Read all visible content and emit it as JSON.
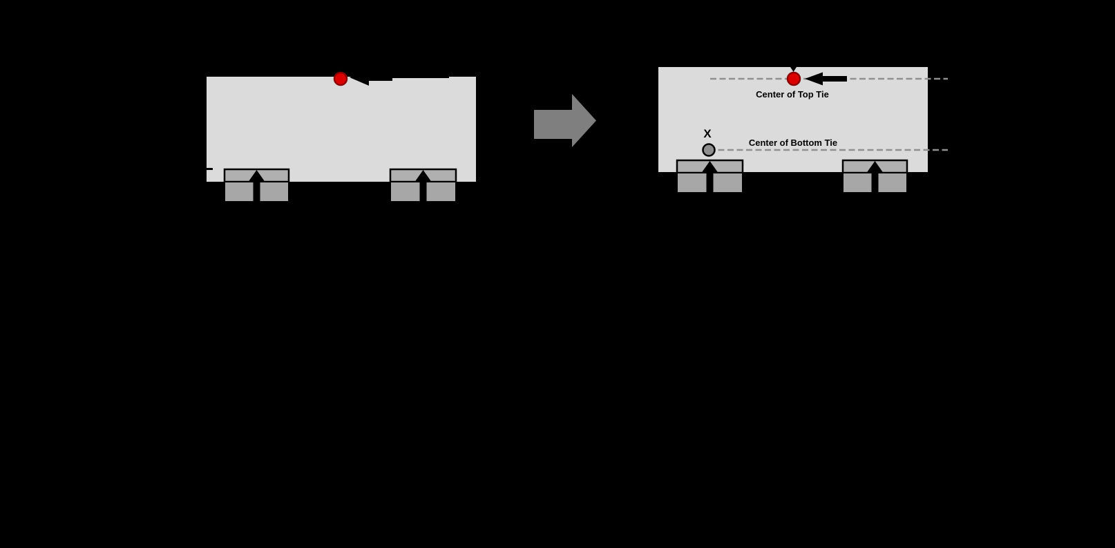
{
  "diagram": {
    "description_visible": false,
    "labels": {
      "center_of_top_tie": "Center of Top Tie",
      "center_of_bottom_tie": "Center of Bottom Tie",
      "x_marker": "X"
    },
    "icons": {
      "load_arrow": "left-arrow-icon",
      "transition_arrow": "right-arrow-icon",
      "reaction_arrow": "up-arrow-icon",
      "top_pointer": "down-triangle-icon"
    },
    "colors": {
      "background": "#000000",
      "beam_fill": "#DBDBDB",
      "support_pad_top_fill": "#B0B0B0",
      "support_pad_bottom_fill": "#A7A7A7",
      "support_border": "#000000",
      "transition_arrow_fill": "#7F7F7F",
      "dashed_line": "#909090",
      "load_point_fill": "#DD0000",
      "load_point_ring": "#8B0000",
      "bottom_tie_point_fill": "#8F8F8F",
      "bottom_tie_point_ring": "#000000",
      "label_text": "#000000"
    }
  }
}
